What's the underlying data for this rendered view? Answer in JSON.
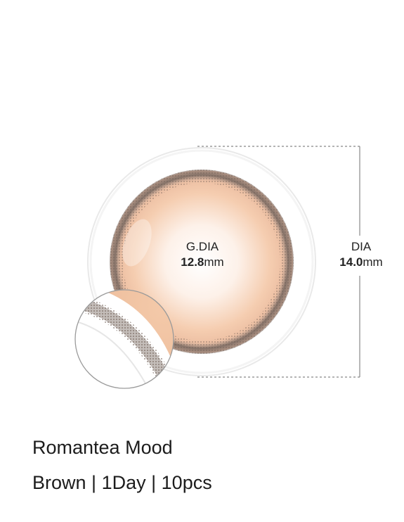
{
  "product": {
    "name": "Romantea Mood",
    "color": "Brown",
    "duration": "1Day",
    "count": "10pcs",
    "separator": "|"
  },
  "lens": {
    "gdia_label": "G.DIA",
    "gdia_value": "12.8",
    "dia_label": "DIA",
    "dia_value": "14.0",
    "unit": "mm",
    "tint_color": "#f3c8a8",
    "rim_color": "#6e5f58"
  }
}
